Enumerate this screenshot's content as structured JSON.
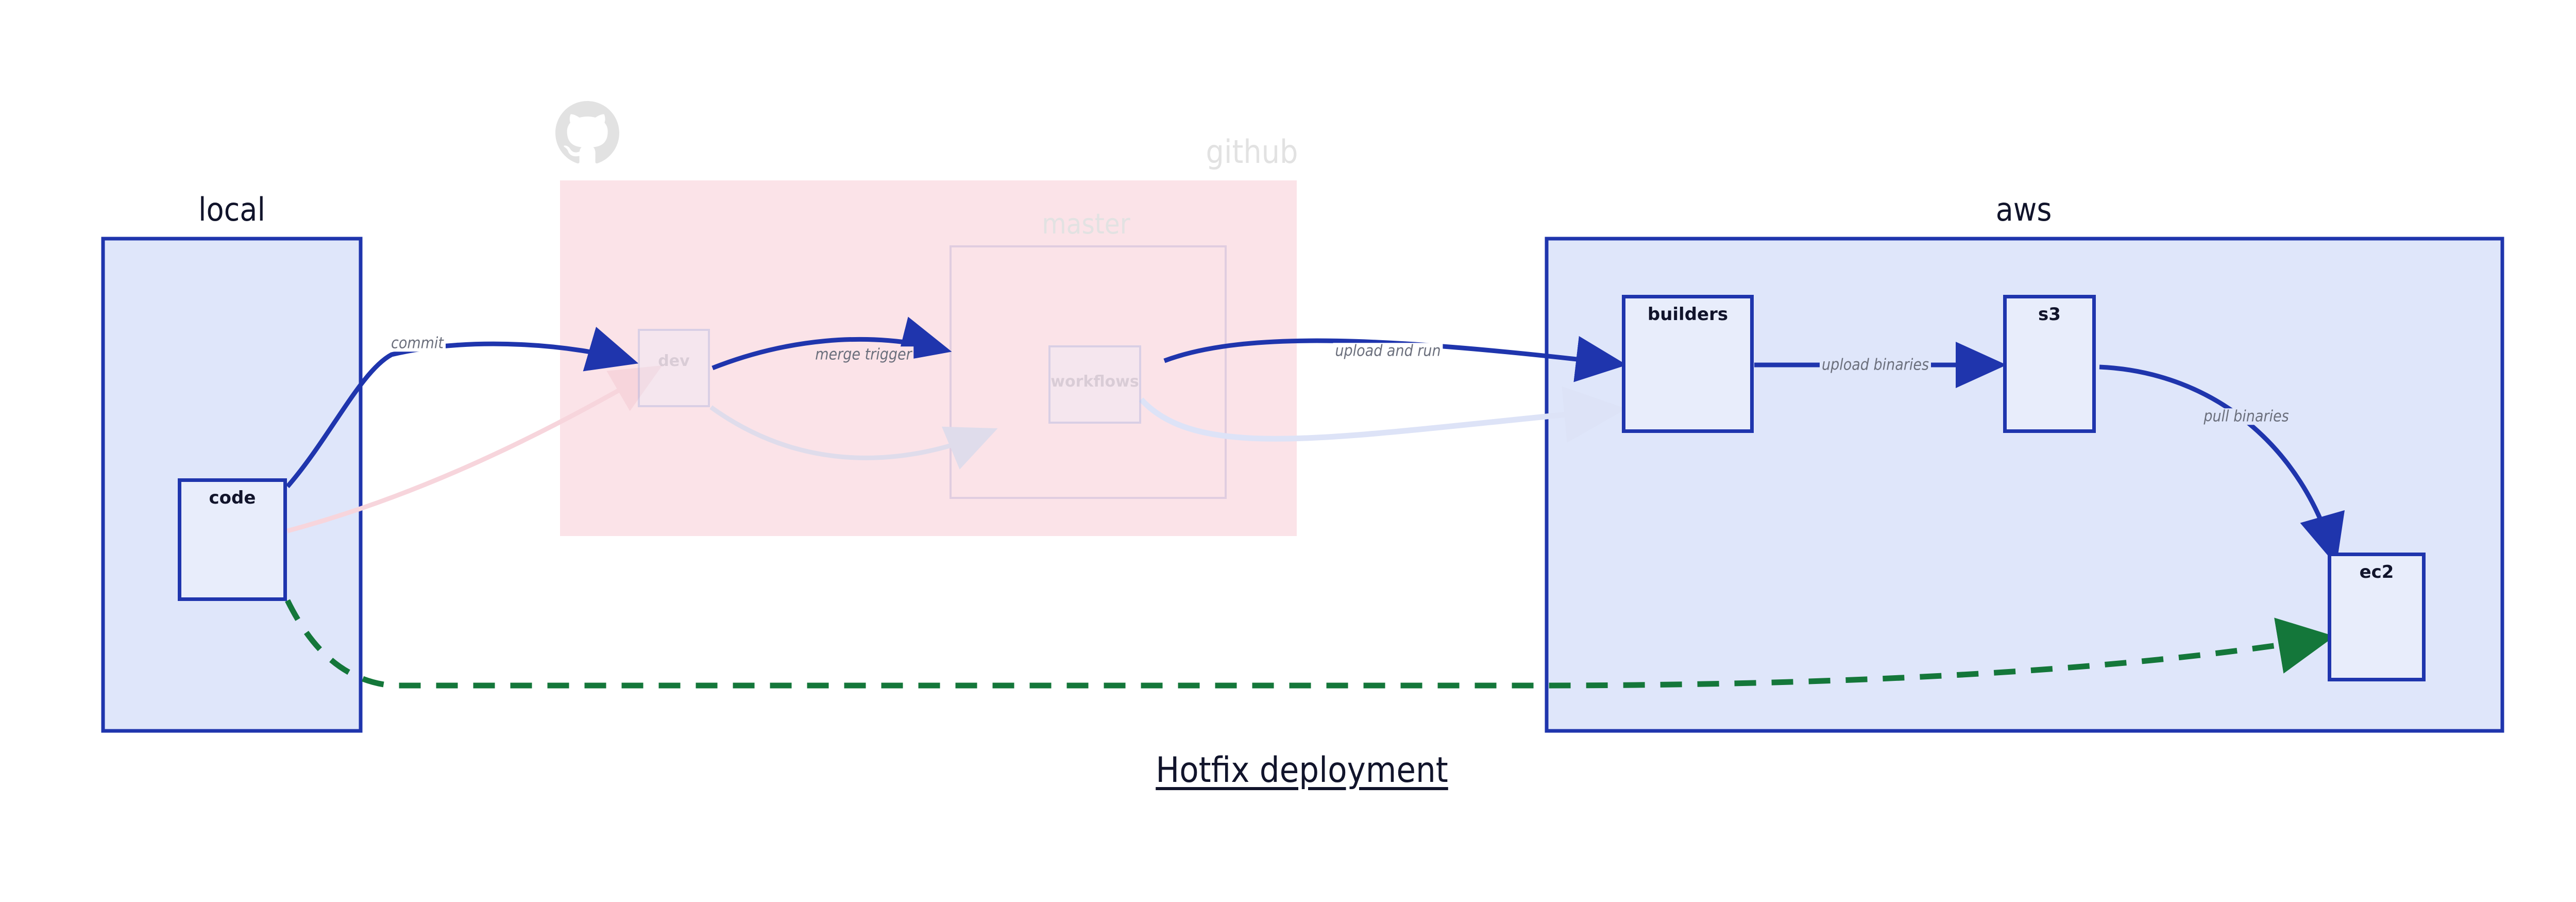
{
  "title": "Hotfix deployment",
  "colors": {
    "region_fill": "#dfe6fa",
    "region_stroke": "#1f35ad",
    "node_fill": "#e8edfb",
    "node_stroke": "#1f35ad",
    "github_fill": "#fbe3e8",
    "edge_blue": "#1f35ad",
    "edge_green": "#14773a",
    "label_gray": "#6b6f7c",
    "text_dark": "#11142b",
    "builders_icon_bg": "#3a4fcf",
    "s3_icon_bg": "#3f8624",
    "ec2_icon_bg": "#dd6b11",
    "gopher_body": "#63d3dd"
  },
  "regions": [
    {
      "id": "local",
      "label": "local",
      "faded": false
    },
    {
      "id": "github",
      "label": "github",
      "faded": true
    },
    {
      "id": "aws",
      "label": "aws",
      "faded": false
    }
  ],
  "subregions": [
    {
      "id": "master",
      "label": "master",
      "parent": "github",
      "faded": true
    }
  ],
  "nodes": [
    {
      "id": "code",
      "label": "code",
      "icon": "go-gopher-icon",
      "region": "local",
      "faded": false
    },
    {
      "id": "dev",
      "label": "dev",
      "icon": "none",
      "region": "github",
      "faded": true
    },
    {
      "id": "workflows",
      "label": "workflows",
      "icon": "none",
      "region": "master",
      "faded": true
    },
    {
      "id": "builders",
      "label": "builders",
      "icon": "crane-icon",
      "region": "aws",
      "faded": false
    },
    {
      "id": "s3",
      "label": "s3",
      "icon": "bucket-icon",
      "region": "aws",
      "faded": false
    },
    {
      "id": "ec2",
      "label": "ec2",
      "icon": "cpu-chip-icon",
      "region": "aws",
      "faded": false
    }
  ],
  "edges": [
    {
      "id": "commit",
      "label": "commit",
      "from": "code",
      "to": "dev",
      "style": "solid",
      "color": "#1f35ad",
      "faded": false,
      "label_bg": "on-white"
    },
    {
      "id": "merge-trigger",
      "label": "merge trigger",
      "from": "dev",
      "to": "workflows",
      "style": "solid",
      "color": "#1f35ad",
      "faded": false,
      "label_bg": "on-pink"
    },
    {
      "id": "upload-and-run",
      "label": "upload and run",
      "from": "workflows",
      "to": "builders",
      "style": "solid",
      "color": "#1f35ad",
      "faded": false,
      "label_bg": "on-white"
    },
    {
      "id": "upload-binaries",
      "label": "upload binaries",
      "from": "builders",
      "to": "s3",
      "style": "solid",
      "color": "#1f35ad",
      "faded": false,
      "label_bg": "on-blue"
    },
    {
      "id": "pull-binaries",
      "label": "pull binaries",
      "from": "s3",
      "to": "ec2",
      "style": "solid",
      "color": "#1f35ad",
      "faded": false,
      "label_bg": "on-blue"
    },
    {
      "id": "hotfix-direct",
      "label": "",
      "from": "code",
      "to": "ec2",
      "style": "dashed",
      "color": "#14773a",
      "faded": false,
      "label_bg": "on-white"
    },
    {
      "id": "ghost-code-dev",
      "label": "",
      "from": "code",
      "to": "dev",
      "style": "solid",
      "color": "#f7d5dc",
      "faded": true,
      "label_bg": "on-white"
    },
    {
      "id": "ghost-dev-workflows",
      "label": "",
      "from": "dev",
      "to": "workflows",
      "style": "solid",
      "color": "#dfdceb",
      "faded": true,
      "label_bg": "on-white"
    },
    {
      "id": "ghost-workflows-build",
      "label": "",
      "from": "workflows",
      "to": "builders",
      "style": "solid",
      "color": "#dde3f7",
      "faded": true,
      "label_bg": "on-white"
    }
  ]
}
